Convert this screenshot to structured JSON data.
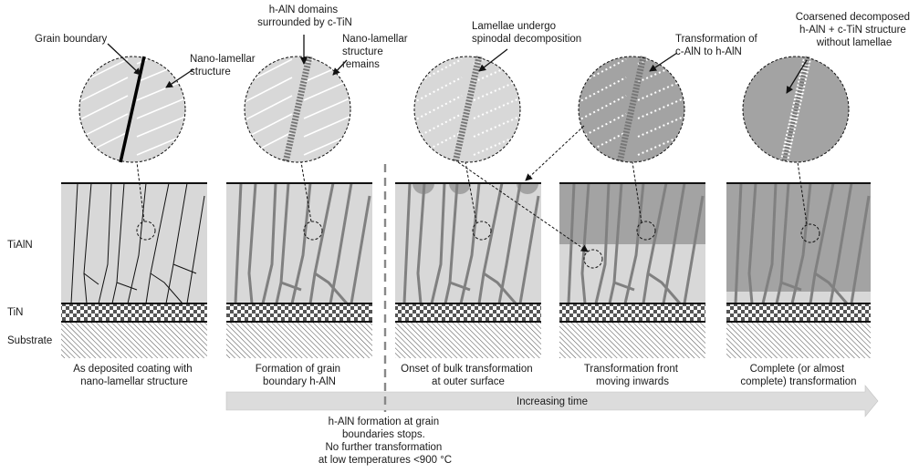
{
  "layers": {
    "tialn": "TiAlN",
    "tin": "TiN",
    "substrate": "Substrate"
  },
  "zoom_labels": {
    "grain_boundary": "Grain boundary",
    "nano_lamellar_structure": [
      "Nano-lamellar",
      "structure"
    ],
    "hAlN_domains": [
      "h-AlN domains",
      "surrounded by c-TiN"
    ],
    "nano_lamellar_remains": [
      "Nano-lamellar",
      "structure",
      "remains"
    ],
    "spinodal": [
      "Lamellae undergo",
      "spinodal decomposition"
    ],
    "transformation_c_to_h": [
      "Transformation of",
      "c-AlN to h-AlN"
    ],
    "coarsened": [
      "Coarsened decomposed",
      "h-AlN + c-TiN structure",
      "without lamellae"
    ]
  },
  "stages": [
    {
      "caption": [
        "As deposited coating with",
        "nano-lamellar structure"
      ]
    },
    {
      "caption": [
        "Formation of grain",
        "boundary h-AlN"
      ]
    },
    {
      "caption": [
        "Onset of bulk transformation",
        "at outer surface"
      ]
    },
    {
      "caption": [
        "Transformation front",
        "moving inwards"
      ]
    },
    {
      "caption": [
        "Complete (or almost",
        "complete) transformation"
      ]
    }
  ],
  "time_arrow_label": "Increasing time",
  "low_temp_note": [
    "h-AlN formation at grain",
    "boundaries stops.",
    "No further transformation",
    "at low temperatures <900 °C"
  ],
  "colors": {
    "coating_light": "#d8d8d8",
    "coating_dark": "#a3a3a3",
    "grain_boundary_hAlN": "#777777",
    "arrow_fill": "#d9d9d9",
    "outline": "#111111"
  }
}
